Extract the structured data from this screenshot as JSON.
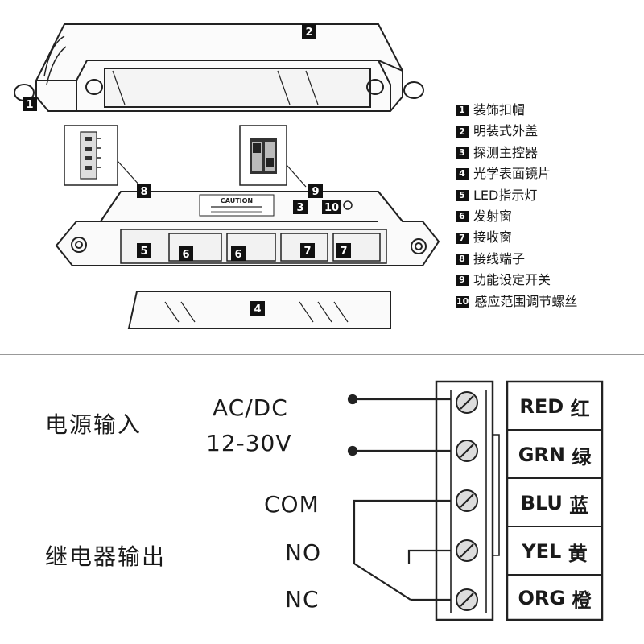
{
  "parts_legend": [
    {
      "num": "1",
      "label": "装饰扣帽"
    },
    {
      "num": "2",
      "label": "明装式外盖"
    },
    {
      "num": "3",
      "label": "探测主控器"
    },
    {
      "num": "4",
      "label": "光学表面镜片"
    },
    {
      "num": "5",
      "label": "LED指示灯"
    },
    {
      "num": "6",
      "label": "发射窗"
    },
    {
      "num": "7",
      "label": "接收窗"
    },
    {
      "num": "8",
      "label": "接线端子"
    },
    {
      "num": "9",
      "label": "功能设定开关"
    },
    {
      "num": "10",
      "label": "感应范围调节螺丝"
    }
  ],
  "callouts": {
    "n1": "1",
    "n2": "2",
    "n3": "3",
    "n4": "4",
    "n5": "5",
    "n6a": "6",
    "n6b": "6",
    "n7a": "7",
    "n7b": "7",
    "n8": "8",
    "n9": "9",
    "n10": "10"
  },
  "wiring": {
    "power_title": "电源输入",
    "power_spec_line1": "AC/DC",
    "power_spec_line2": "12-30V",
    "relay_title": "继电器输出",
    "com": "COM",
    "no": "NO",
    "nc": "NC",
    "terminals": [
      {
        "code": "RED",
        "cn": "红"
      },
      {
        "code": "GRN",
        "cn": "绿"
      },
      {
        "code": "BLU",
        "cn": "蓝"
      },
      {
        "code": "YEL",
        "cn": "黄"
      },
      {
        "code": "ORG",
        "cn": "橙"
      }
    ]
  },
  "sticker_text": "CAUTION"
}
